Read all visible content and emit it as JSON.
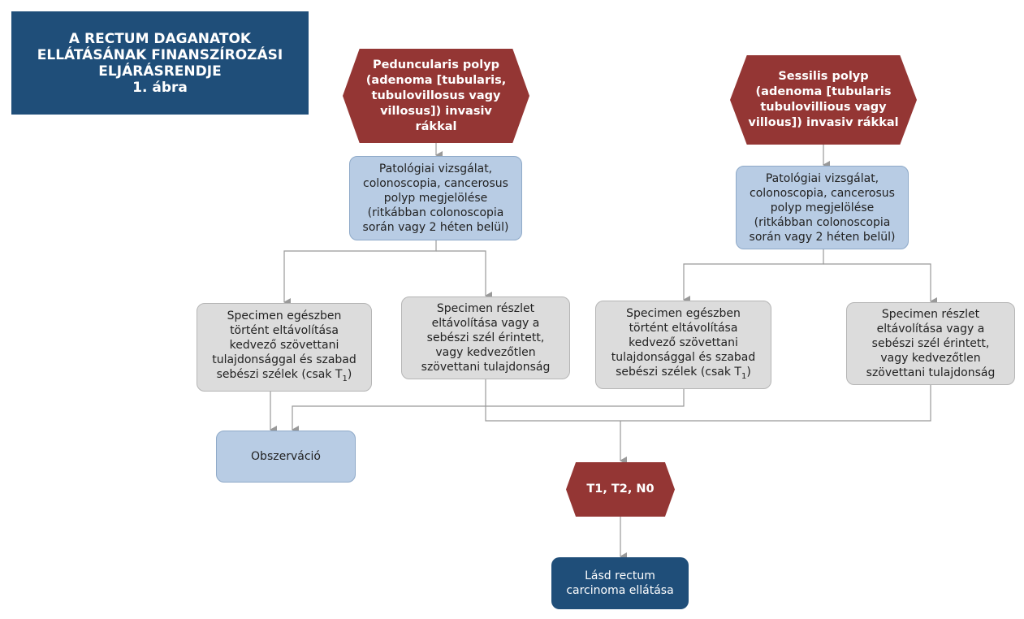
{
  "title": {
    "lines": [
      "A RECTUM DAGANATOK",
      "ELLÁTÁSÁNAK FINANSZÍROZÁSI",
      "ELJÁRÁSRENDJE",
      "1. ábra"
    ]
  },
  "left_branch": {
    "entry": {
      "lines": [
        "Peduncularis polyp",
        "(adenoma [tubularis,",
        "tubulovillosus vagy",
        "villosus])  invasiv",
        "rákkal"
      ]
    },
    "pathology": {
      "lines": [
        "Patológiai vizsgálat,",
        "colonoscopia, cancerosus",
        "polyp megjelölése",
        "(ritkábban colonoscopia",
        "során vagy 2 héten belül)"
      ]
    },
    "favorable": {
      "lines": [
        "Specimen egészben",
        "történt eltávolítása",
        "kedvező szövettani",
        "tulajdonsággal és szabad",
        "sebészi szélek (csak T"
      ],
      "subscript": "1",
      "suffix": ")"
    },
    "unfavorable": {
      "lines": [
        "Specimen részlet",
        "eltávolítása vagy a",
        "sebészi szél érintett,",
        "vagy kedvezőtlen",
        "szövettani tulajdonság"
      ]
    }
  },
  "right_branch": {
    "entry": {
      "lines": [
        "Sessilis polyp",
        "(adenoma [tubularis",
        "tubulovillious vagy",
        "villous]) invasiv rákkal"
      ]
    },
    "pathology": {
      "lines": [
        "Patológiai vizsgálat,",
        "colonoscopia, cancerosus",
        "polyp megjelölése",
        "(ritkábban colonoscopia",
        "során vagy 2 héten belül)"
      ]
    },
    "favorable": {
      "lines": [
        "Specimen egészben",
        "történt eltávolítása",
        "kedvező szövettani",
        "tulajdonsággal és szabad",
        "sebészi szélek (csak T"
      ],
      "subscript": "1",
      "suffix": ")"
    },
    "unfavorable": {
      "lines": [
        "Specimen részlet",
        "eltávolítása vagy a",
        "sebészi szél érintett,",
        "vagy kedvezőtlen",
        "szövettani tulajdonság"
      ]
    }
  },
  "observation": {
    "label": "Obszerváció"
  },
  "staging": {
    "label": "T1, T2, N0"
  },
  "final": {
    "lines": [
      "Lásd rectum",
      "carcinoma ellátása"
    ]
  },
  "colors": {
    "title_bg": "#1f4e79",
    "hexagon": "#943634",
    "blue_box": "#b8cce4",
    "grey_box": "#dcdcdc",
    "connector": "#999999"
  }
}
